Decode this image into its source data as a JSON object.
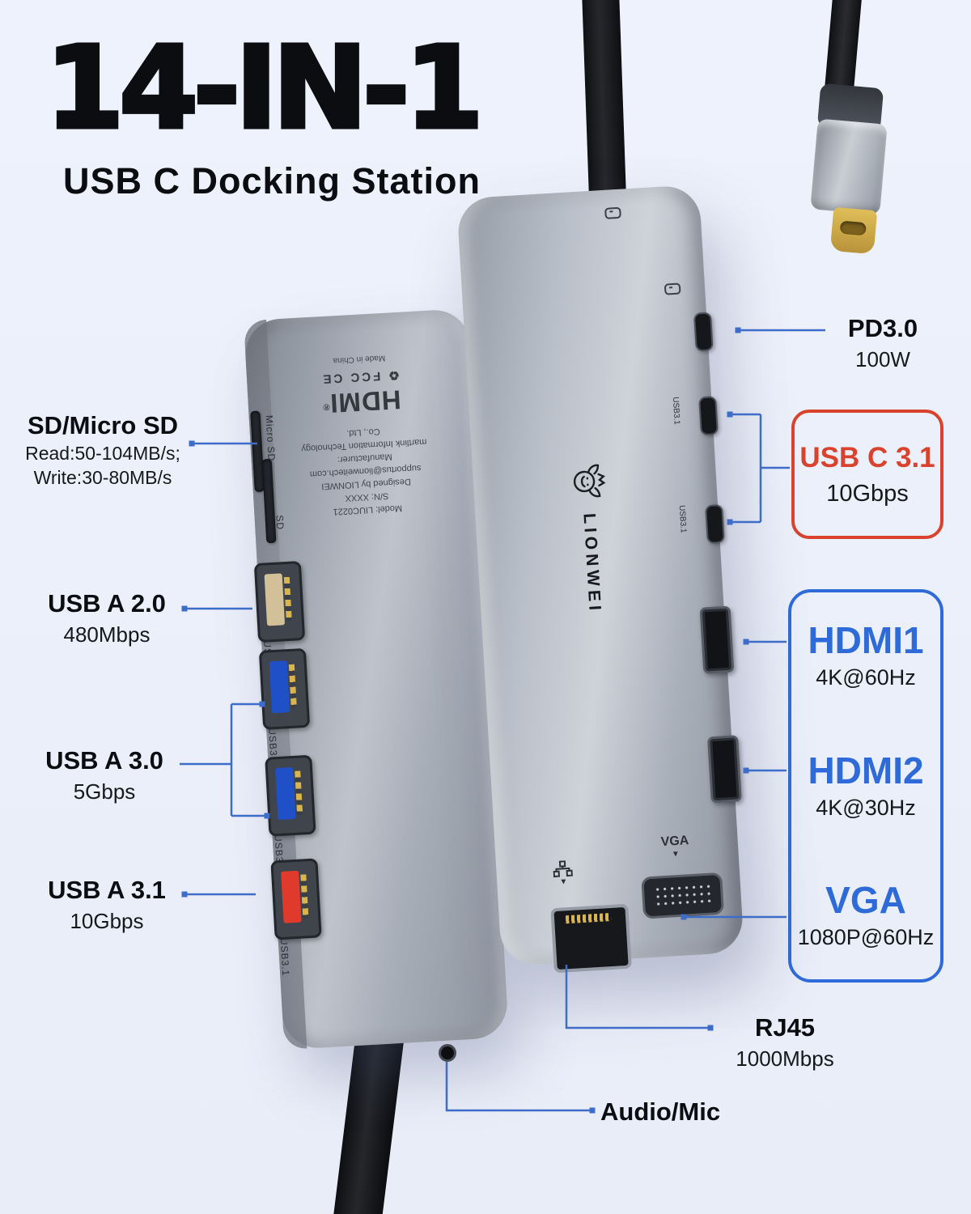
{
  "title": {
    "main": "14-IN-1",
    "subtitle": "USB C Docking Station"
  },
  "callouts": {
    "sd": {
      "title": "SD/Micro SD",
      "read": "Read:50-104MB/s;",
      "write": "Write:30-80MB/s"
    },
    "usb_a_20": {
      "title": "USB A 2.0",
      "spec": "480Mbps"
    },
    "usb_a_30": {
      "title": "USB A 3.0",
      "spec": "5Gbps"
    },
    "usb_a_31": {
      "title": "USB A 3.1",
      "spec": "10Gbps"
    },
    "pd": {
      "title": "PD3.0",
      "spec": "100W"
    },
    "usb_c_31": {
      "title": "USB C 3.1",
      "spec": "10Gbps"
    },
    "hdmi1": {
      "title": "HDMI1",
      "spec": "4K@60Hz"
    },
    "hdmi2": {
      "title": "HDMI2",
      "spec": "4K@30Hz"
    },
    "vga": {
      "title": "VGA",
      "spec": "1080P@60Hz"
    },
    "rj45": {
      "title": "RJ45",
      "spec": "1000Mbps"
    },
    "audio": {
      "title": "Audio/Mic"
    }
  },
  "back_device": {
    "made_in": "Made in China",
    "recycle_icon": "♻",
    "certs": "FCC  CE",
    "hdmi_logo": "HDMI",
    "hdmi_reg": "®",
    "info_lines": [
      "Model: LIUC0221",
      "S/N: XXXX",
      "Designed by LIONWEI",
      "supportus@lionweitech.com",
      "Manufacturer:",
      "martlink Information Technology Co., Ltd."
    ],
    "port_labels": {
      "micro_sd": "Micro SD",
      "sd": "SD",
      "usb20": "USB2.0",
      "usb30": "USB3.0",
      "usb31": "USB3.1"
    }
  },
  "front_device": {
    "brand": "LIONWEI",
    "vga_print": "VGA",
    "usbc_print": "USB3.1",
    "down_arrow": "▼"
  }
}
